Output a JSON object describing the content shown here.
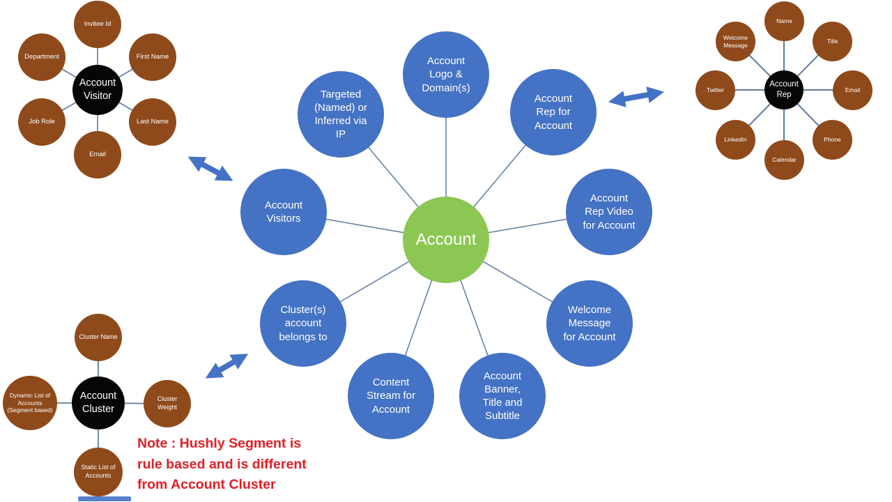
{
  "hub": {
    "label": "Account",
    "satellites": [
      "Account Logo & Domain(s)",
      "Account Rep for Account",
      "Account Rep Video for Account",
      "Welcome Message for Account",
      "Account Banner, Title and Subtitle",
      "Content Stream for Account",
      "Cluster(s) account belongs to",
      "Account Visitors",
      "Targeted (Named) or Inferred via IP"
    ]
  },
  "visitor_cluster": {
    "center": "Account Visitor",
    "satellites": [
      "Invitee Id",
      "First Name",
      "Last Name",
      "Email",
      "Job Role",
      "Department"
    ]
  },
  "rep_cluster": {
    "center": "Account Rep",
    "satellites": [
      "Name",
      "Title",
      "Email",
      "Phone",
      "Calendar",
      "LinkedIn",
      "Twitter",
      "Welcome Message"
    ]
  },
  "account_cluster_group": {
    "center": "Account Cluster",
    "satellites": [
      "Cluster Name",
      "Cluster Weight",
      "Static List of Accounts",
      "Dynamic List of Accounts (Segment based)"
    ]
  },
  "note": {
    "lines": [
      "Note : Hushly Segment is",
      "rule based and is different",
      "from Account Cluster"
    ]
  },
  "colors": {
    "hub_green": "#8CC653",
    "node_blue": "#4472C4",
    "satellite_brown": "#8F4A1B",
    "center_black": "#060606",
    "note_red": "#E11E26",
    "connector_slate": "#5B7B9D",
    "arrow_blue": "#4472C4"
  }
}
